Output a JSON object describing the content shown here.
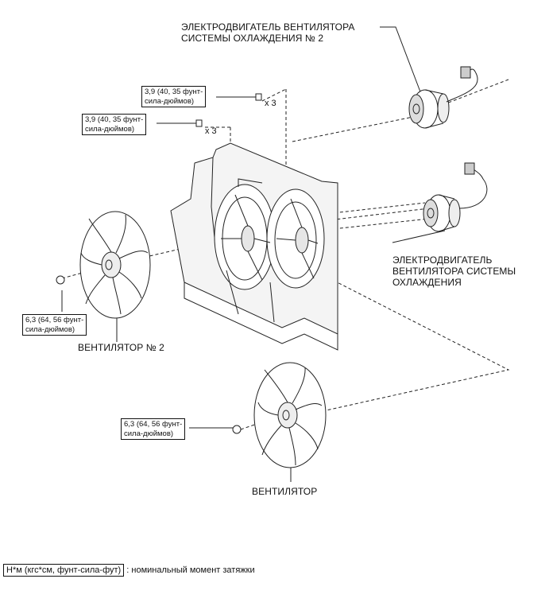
{
  "labels": {
    "motor2": [
      "ЭЛЕКТРОДВИГАТЕЛЬ ВЕНТИЛЯТОРА",
      "СИСТЕМЫ ОХЛАЖДЕНИЯ № 2"
    ],
    "motor1": [
      "ЭЛЕКТРОДВИГАТЕЛЬ",
      "ВЕНТИЛЯТОРА СИСТЕМЫ",
      "ОХЛАЖДЕНИЯ"
    ],
    "fan2": "ВЕНТИЛЯТОР № 2",
    "fan1": "ВЕНТИЛЯТОР"
  },
  "torque": {
    "bolt_a": [
      "3,9 (40, 35 фунт-",
      "сила-дюймов)"
    ],
    "bolt_b": [
      "3,9 (40, 35 фунт-",
      "сила-дюймов)"
    ],
    "nut_fan2": [
      "6,3 (64, 56 фунт-",
      "сила-дюймов)"
    ],
    "nut_fan1": [
      "6,3 (64, 56 фунт-",
      "сила-дюймов)"
    ]
  },
  "quantity": {
    "bolt_a": "x 3",
    "bolt_b": "x 3"
  },
  "legend": {
    "unit": "Н*м (кгс*см, фунт-сила-фут)",
    "text": ": номинальный момент затяжки"
  }
}
